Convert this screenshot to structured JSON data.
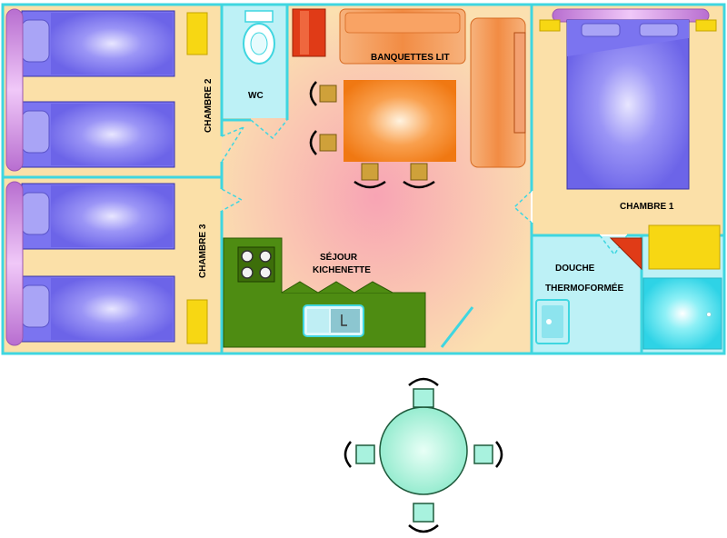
{
  "labels": {
    "wc": "WC",
    "banquettes": "BANQUETTES LIT",
    "chambre2": "CHAMBRE 2",
    "chambre3": "CHAMBRE 3",
    "chambre1": "CHAMBRE 1",
    "sejour": "SÉJOUR",
    "kitchenette": "KICHENETTE",
    "douche": "DOUCHE",
    "thermo": "THERMOFORMÉE"
  },
  "colors": {
    "wall": "#3fd6e0",
    "bedroom_floor": "#fbe0a8",
    "bed": "#7b74f0",
    "pillow": "#a9a4f6",
    "headboard": "#d48be0",
    "yellow": "#f7d713",
    "sofa": "#f79c5c",
    "table": "#f57d14",
    "kitchen": "#4e8c12",
    "bath": "#bdf1f6",
    "chair": "#cfa13a",
    "fridge": "#e03b17",
    "outdoor_table": "#a8f2de"
  }
}
